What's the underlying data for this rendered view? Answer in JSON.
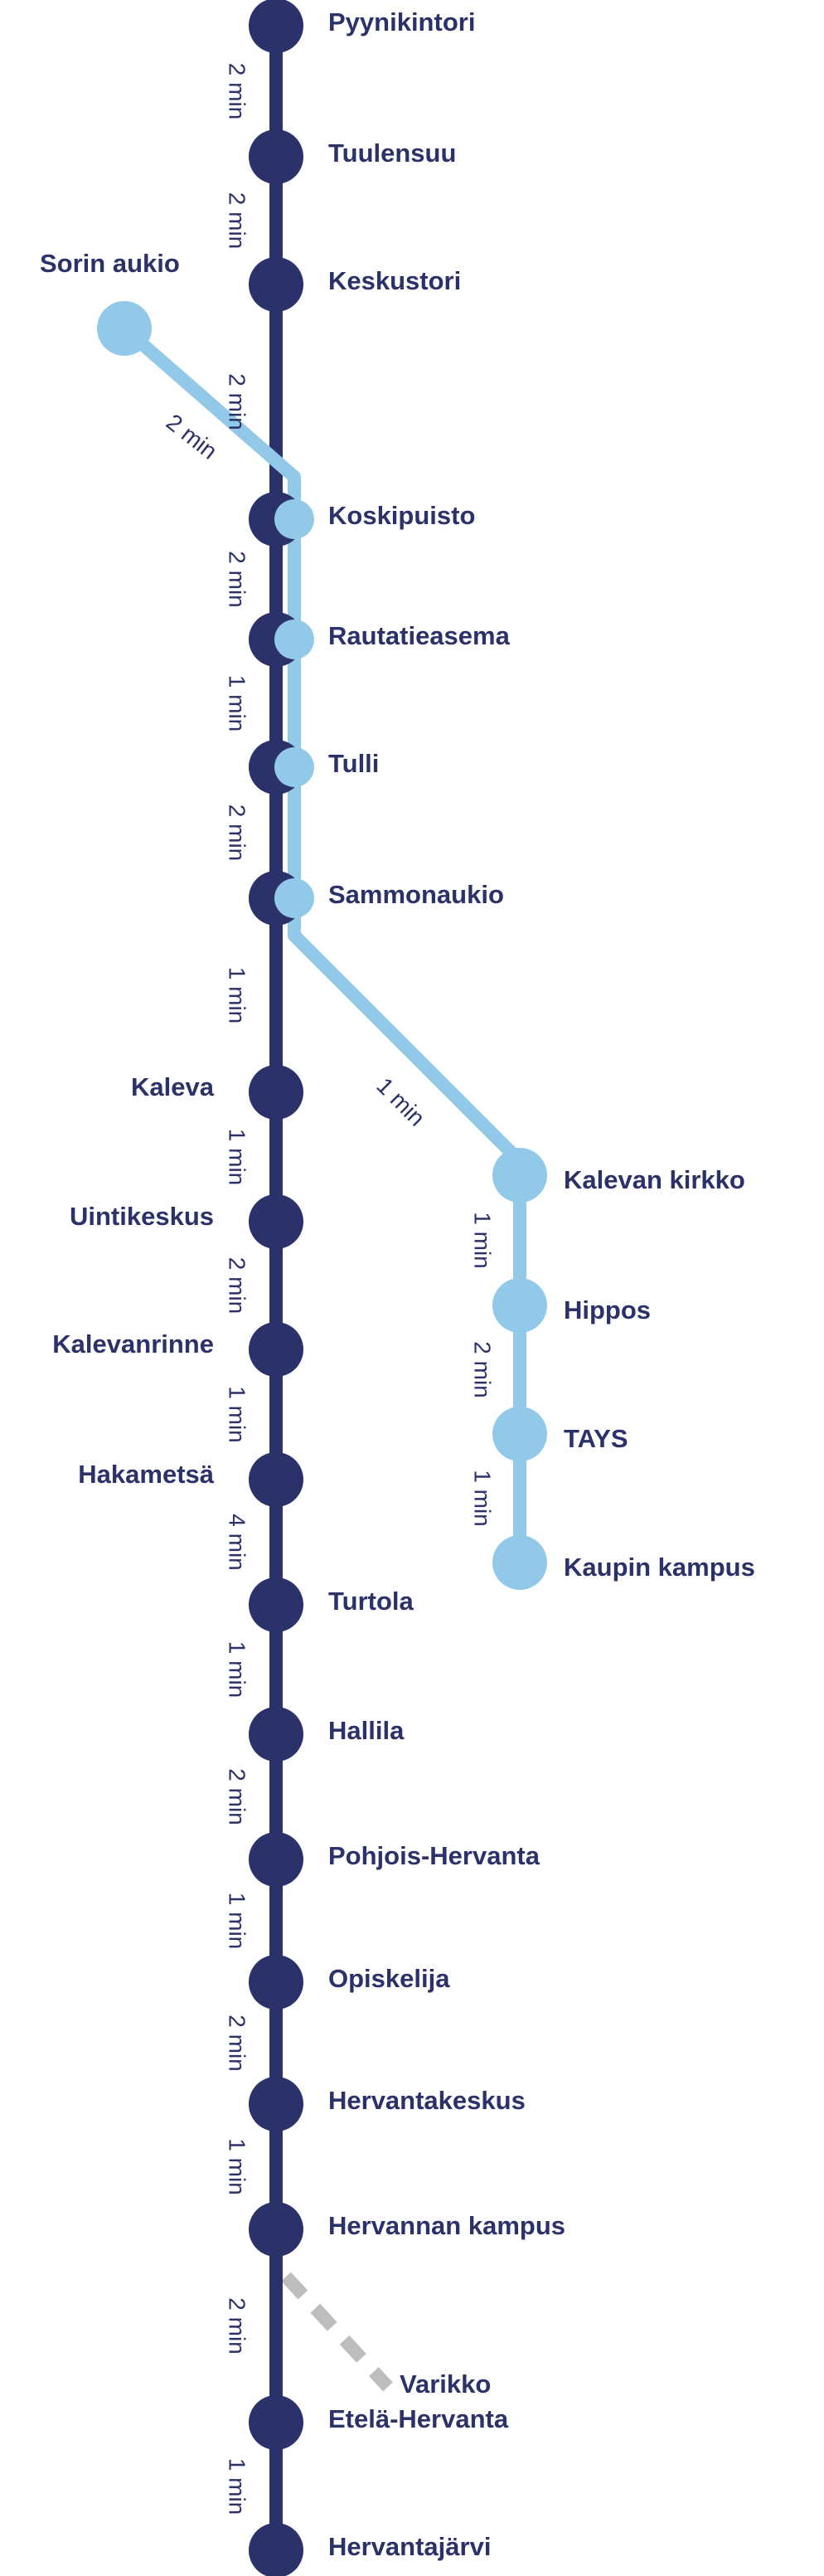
{
  "colors": {
    "main_line": "#2b3169",
    "branch_line": "#93c9e8",
    "depot_line": "#bdbdbd",
    "text": "#2b3169",
    "background": "#ffffff"
  },
  "main_line": {
    "stations": [
      "Pyynikintori",
      "Tuulensuu",
      "Keskustori",
      "Koskipuisto",
      "Rautatieasema",
      "Tulli",
      "Sammonaukio",
      "Kaleva",
      "Uintikeskus",
      "Kalevanrinne",
      "Hakametsä",
      "Turtola",
      "Hallila",
      "Pohjois-Hervanta",
      "Opiskelija",
      "Hervantakeskus",
      "Hervannan kampus",
      "Etelä-Hervanta",
      "Hervantajärvi"
    ],
    "travel_times": [
      "2 min",
      "2 min",
      "2 min",
      "2 min",
      "1 min",
      "2 min",
      "1 min",
      "1 min",
      "2 min",
      "1 min",
      "4 min",
      "1 min",
      "2 min",
      "1 min",
      "2 min",
      "1 min",
      "2 min",
      "1 min"
    ]
  },
  "branch_line": {
    "west_terminal": "Sorin aukio",
    "west_travel_time": "2 min",
    "shared_stations": [
      "Koskipuisto",
      "Rautatieasema",
      "Tulli",
      "Sammonaukio"
    ],
    "diverge_travel_time": "1 min",
    "east_stations": [
      "Kalevan kirkko",
      "Hippos",
      "TAYS",
      "Kaupin kampus"
    ],
    "east_travel_times": [
      "1 min",
      "2 min",
      "1 min"
    ]
  },
  "depot": {
    "label": "Varikko"
  }
}
